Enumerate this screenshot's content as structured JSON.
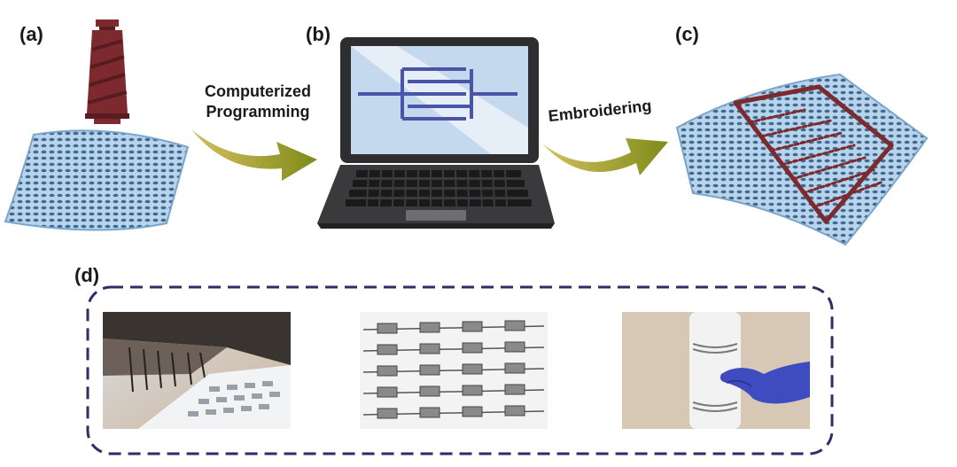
{
  "panels": {
    "a": "(a)",
    "b": "(b)",
    "c": "(c)",
    "d": "(d)"
  },
  "arrows": {
    "first_line1": "Computerized",
    "first_line2": "Programming",
    "second": "Embroidering"
  },
  "colors": {
    "thread": "#7d2a2f",
    "fabric": "#8fb8d8",
    "arrow": "#a8a020",
    "screen": "#c4d8ee",
    "pattern": "#4a55a8",
    "dashed_border": "#2e2d66"
  },
  "icons": [
    "thread-spool-icon",
    "fabric-sheet-icon",
    "laptop-icon",
    "interdigitated-electrode-icon",
    "embroidered-fabric-icon"
  ]
}
